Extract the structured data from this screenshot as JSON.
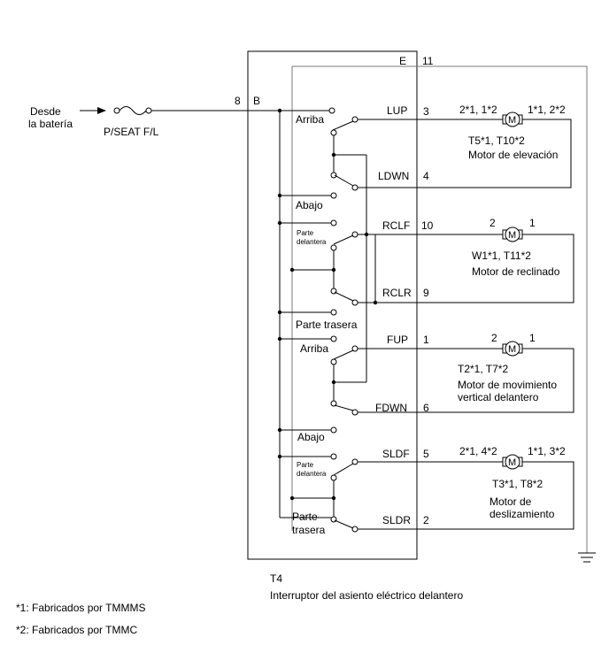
{
  "source": {
    "label_line1": "Desde",
    "label_line2": "la batería"
  },
  "fuse": {
    "name": "P/SEAT F/L"
  },
  "switch": {
    "code": "T4",
    "name": "Interruptor del asiento eléctrico delantero",
    "input_pin": "8",
    "input_label": "B",
    "ground_label": "E",
    "ground_pin": "11"
  },
  "terminals": [
    {
      "name": "LUP",
      "pin": "3"
    },
    {
      "name": "LDWN",
      "pin": "4"
    },
    {
      "name": "RCLF",
      "pin": "10"
    },
    {
      "name": "RCLR",
      "pin": "9"
    },
    {
      "name": "FUP",
      "pin": "1"
    },
    {
      "name": "FDWN",
      "pin": "6"
    },
    {
      "name": "SLDF",
      "pin": "5"
    },
    {
      "name": "SLDR",
      "pin": "2"
    }
  ],
  "positions": {
    "arriba": "Arriba",
    "abajo": "Abajo",
    "parte": "Parte",
    "delantera": "delantera",
    "trasera": "trasera",
    "parte_trasera": "Parte trasera"
  },
  "motors": [
    {
      "pin_left": "2*1, 1*2",
      "pin_right": "1*1, 2*2",
      "connector": "T5*1, T10*2",
      "name_line1": "Motor de elevación",
      "name_line2": ""
    },
    {
      "pin_left": "2",
      "pin_right": "1",
      "connector": "W1*1, T11*2",
      "name_line1": "Motor de reclinado",
      "name_line2": ""
    },
    {
      "pin_left": "2",
      "pin_right": "1",
      "connector": "T2*1, T7*2",
      "name_line1": "Motor de movimiento",
      "name_line2": "vertical delantero"
    },
    {
      "pin_left": "2*1, 4*2",
      "pin_right": "1*1, 3*2",
      "connector": "T3*1, T8*2",
      "name_line1": "Motor de",
      "name_line2": "deslizamiento"
    }
  ],
  "motor_symbol": "M",
  "footnotes": [
    "*1: Fabricados por TMMMS",
    "*2: Fabricados por TMMC"
  ]
}
